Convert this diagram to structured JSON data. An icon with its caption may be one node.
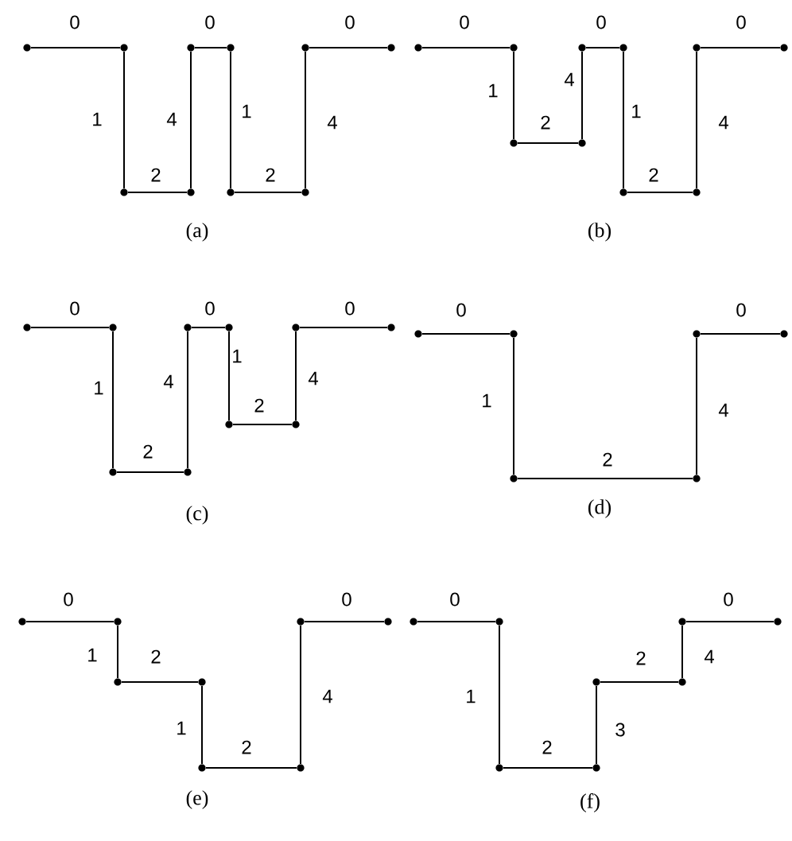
{
  "diagram": {
    "nodes": [
      {
        "text": [],
        "shape": "circle"
      },
      {
        "text": [],
        "shape": "circle"
      },
      {
        "text": [],
        "shape": "circle"
      },
      {
        "text": [],
        "shape": "circle"
      },
      {
        "text": [],
        "shape": "circle"
      },
      {
        "text": [],
        "shape": "circle"
      },
      {
        "text": [],
        "shape": "circle"
      },
      {
        "text": [],
        "shape": "circle"
      },
      {
        "text": [],
        "shape": "circle"
      },
      {
        "text": [],
        "shape": "circle"
      },
      {
        "text": [],
        "shape": "circle"
      },
      {
        "text": [],
        "shape": "circle"
      },
      {
        "text": [],
        "shape": "circle"
      },
      {
        "text": [],
        "shape": "circle"
      },
      {
        "text": [],
        "shape": "circle"
      },
      {
        "text": [],
        "shape": "circle"
      },
      {
        "text": [],
        "shape": "circle"
      },
      {
        "text": [],
        "shape": "circle"
      },
      {
        "text": [],
        "shape": "circle"
      },
      {
        "text": [],
        "shape": "circle"
      },
      {
        "text": [],
        "shape": "circle"
      },
      {
        "text": [],
        "shape": "circle"
      },
      {
        "text": [],
        "shape": "circle"
      },
      {
        "text": [],
        "shape": "circle"
      },
      {
        "text": [],
        "shape": "circle"
      },
      {
        "text": [],
        "shape": "circle"
      },
      {
        "text": [],
        "shape": "circle"
      },
      {
        "text": [],
        "shape": "circle"
      },
      {
        "text": [],
        "shape": "circle"
      },
      {
        "text": [],
        "shape": "circle"
      },
      {
        "text": [],
        "shape": "circle"
      },
      {
        "text": [],
        "shape": "circle"
      },
      {
        "text": [],
        "shape": "circle"
      },
      {
        "text": [],
        "shape": "circle"
      },
      {
        "text": [],
        "shape": "circle"
      },
      {
        "text": [],
        "shape": "circle"
      },
      {
        "text": [],
        "shape": "circle"
      },
      {
        "text": [],
        "shape": "circle"
      },
      {
        "text": [],
        "shape": "circle"
      },
      {
        "text": [],
        "shape": "circle"
      },
      {
        "text": [],
        "shape": "circle"
      },
      {
        "text": [],
        "shape": "circle"
      },
      {
        "text": [],
        "shape": "circle"
      },
      {
        "text": [],
        "shape": "circle"
      },
      {
        "text": [],
        "shape": "circle"
      },
      {
        "text": [],
        "shape": "circle"
      },
      {
        "text": [],
        "shape": "circle"
      },
      {
        "text": [],
        "shape": "circle"
      },
      {
        "text": [],
        "shape": "circle"
      },
      {
        "text": [],
        "shape": "circle"
      },
      {
        "text": [],
        "shape": "circle"
      },
      {
        "text": [],
        "shape": "circle"
      }
    ],
    "edges": [
      {
        "from": 0,
        "to": 1,
        "arrow": "none",
        "label": "0"
      },
      {
        "from": 1,
        "to": 2,
        "arrow": "none",
        "label": "1"
      },
      {
        "from": 2,
        "to": 3,
        "arrow": "none",
        "label": "2"
      },
      {
        "from": 3,
        "to": 4,
        "arrow": "none",
        "label": "4"
      },
      {
        "from": 4,
        "to": 5,
        "arrow": "none",
        "label": "0"
      },
      {
        "from": 5,
        "to": 6,
        "arrow": "none",
        "label": "1"
      },
      {
        "from": 6,
        "to": 7,
        "arrow": "none",
        "label": "2"
      },
      {
        "from": 7,
        "to": 8,
        "arrow": "none",
        "label": "4"
      },
      {
        "from": 8,
        "to": 9,
        "arrow": "none",
        "label": "0"
      },
      {
        "from": 10,
        "to": 11,
        "arrow": "none",
        "label": "0"
      },
      {
        "from": 11,
        "to": 12,
        "arrow": "none",
        "label": "1"
      },
      {
        "from": 12,
        "to": 13,
        "arrow": "none",
        "label": "2"
      },
      {
        "from": 13,
        "to": 14,
        "arrow": "none",
        "label": "4"
      },
      {
        "from": 14,
        "to": 15,
        "arrow": "none",
        "label": "0"
      },
      {
        "from": 15,
        "to": 16,
        "arrow": "none",
        "label": "1"
      },
      {
        "from": 16,
        "to": 17,
        "arrow": "none",
        "label": "2"
      },
      {
        "from": 17,
        "to": 18,
        "arrow": "none",
        "label": "4"
      },
      {
        "from": 18,
        "to": 19,
        "arrow": "none",
        "label": "0"
      },
      {
        "from": 20,
        "to": 21,
        "arrow": "none",
        "label": "0"
      },
      {
        "from": 21,
        "to": 22,
        "arrow": "none",
        "label": "1"
      },
      {
        "from": 22,
        "to": 23,
        "arrow": "none",
        "label": "2"
      },
      {
        "from": 23,
        "to": 24,
        "arrow": "none",
        "label": "4"
      },
      {
        "from": 24,
        "to": 25,
        "arrow": "none",
        "label": "0"
      },
      {
        "from": 25,
        "to": 26,
        "arrow": "none",
        "label": "1"
      },
      {
        "from": 26,
        "to": 27,
        "arrow": "none",
        "label": "2"
      },
      {
        "from": 27,
        "to": 28,
        "arrow": "none",
        "label": "4"
      },
      {
        "from": 28,
        "to": 29,
        "arrow": "none",
        "label": "0"
      },
      {
        "from": 30,
        "to": 31,
        "arrow": "none",
        "label": "0"
      },
      {
        "from": 31,
        "to": 32,
        "arrow": "none",
        "label": "1"
      },
      {
        "from": 32,
        "to": 33,
        "arrow": "none",
        "label": "2"
      },
      {
        "from": 33,
        "to": 34,
        "arrow": "none",
        "label": "4"
      },
      {
        "from": 34,
        "to": 35,
        "arrow": "none",
        "label": "0"
      },
      {
        "from": 36,
        "to": 37,
        "arrow": "none",
        "label": "0"
      },
      {
        "from": 37,
        "to": 38,
        "arrow": "none",
        "label": "1"
      },
      {
        "from": 38,
        "to": 39,
        "arrow": "none",
        "label": "2"
      },
      {
        "from": 39,
        "to": 40,
        "arrow": "none",
        "label": "1"
      },
      {
        "from": 40,
        "to": 41,
        "arrow": "none",
        "label": "2"
      },
      {
        "from": 41,
        "to": 42,
        "arrow": "none",
        "label": "4"
      },
      {
        "from": 42,
        "to": 43,
        "arrow": "none",
        "label": "0"
      },
      {
        "from": 44,
        "to": 45,
        "arrow": "none",
        "label": "0"
      },
      {
        "from": 45,
        "to": 46,
        "arrow": "none",
        "label": "1"
      },
      {
        "from": 46,
        "to": 47,
        "arrow": "none",
        "label": "2"
      },
      {
        "from": 47,
        "to": 48,
        "arrow": "none",
        "label": "3"
      },
      {
        "from": 48,
        "to": 49,
        "arrow": "none",
        "label": "2"
      },
      {
        "from": 49,
        "to": 50,
        "arrow": "none",
        "label": "4"
      },
      {
        "from": 50,
        "to": 51,
        "arrow": "none",
        "label": "0"
      }
    ],
    "labels": [
      "(a)",
      "(b)",
      "(c)",
      "(d)",
      "(e)",
      "(f)"
    ]
  }
}
